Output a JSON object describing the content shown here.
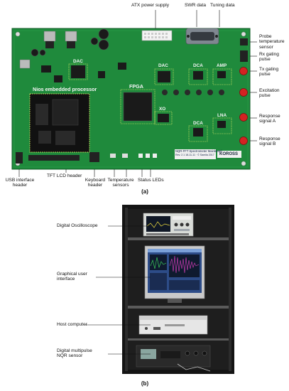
{
  "panel_a": {
    "caption": "(a)",
    "callouts": {
      "atx_power_supply": "ATX power supply",
      "swr_data": "SWR data",
      "tuning_data": "Tuning data",
      "probe_temperature_sensor": [
        "Probe",
        "temperature",
        "sensor"
      ],
      "rx_gating_pulse": [
        "Rx gating",
        "pulse"
      ],
      "tx_gating_pulse": [
        "Tx gating",
        "pulse"
      ],
      "excitation_pulse": [
        "Excitation",
        "pulse"
      ],
      "response_signal_a": [
        "Response",
        "signal A"
      ],
      "response_signal_b": [
        "Response",
        "signal B"
      ],
      "usb_interface_header": [
        "USB interface",
        "header"
      ],
      "tft_lcd_header": "TFT LCD header",
      "keyboard_header": [
        "Keyboard",
        "header"
      ],
      "temperature_sensors": [
        "Temperature",
        "sensors"
      ],
      "status_leds": "Status LEDs"
    },
    "board_labels": {
      "dac_left": "DAC",
      "nios": "Nios embedded processor",
      "dac": "DAC",
      "dca_top": "DCA",
      "amp": "AMP",
      "fpga": "FPGA",
      "xo": "XO",
      "dca_bottom": "DCA",
      "lna": "LNA",
      "board_title": "NQR-FFT Spectrometer Mainboard",
      "board_rev": "Rev. 2.1 18-11-11 · © Samila 2017",
      "brand": "KOROSS"
    }
  },
  "panel_b": {
    "caption": "(b)",
    "callouts": {
      "digital_oscilloscope": "Digital Oscilloscope",
      "graphical_user_interface": [
        "Graphical user",
        "interface"
      ],
      "host_computer": "Host computer",
      "digital_multipulse_nqr_sensor": [
        "Digital multipulse",
        "NQR sensor"
      ]
    }
  },
  "colors": {
    "pcb_green": "#1f8a3c",
    "pcb_dark": "#156a2c",
    "connector_red": "#d42222",
    "rack_black": "#141414"
  }
}
